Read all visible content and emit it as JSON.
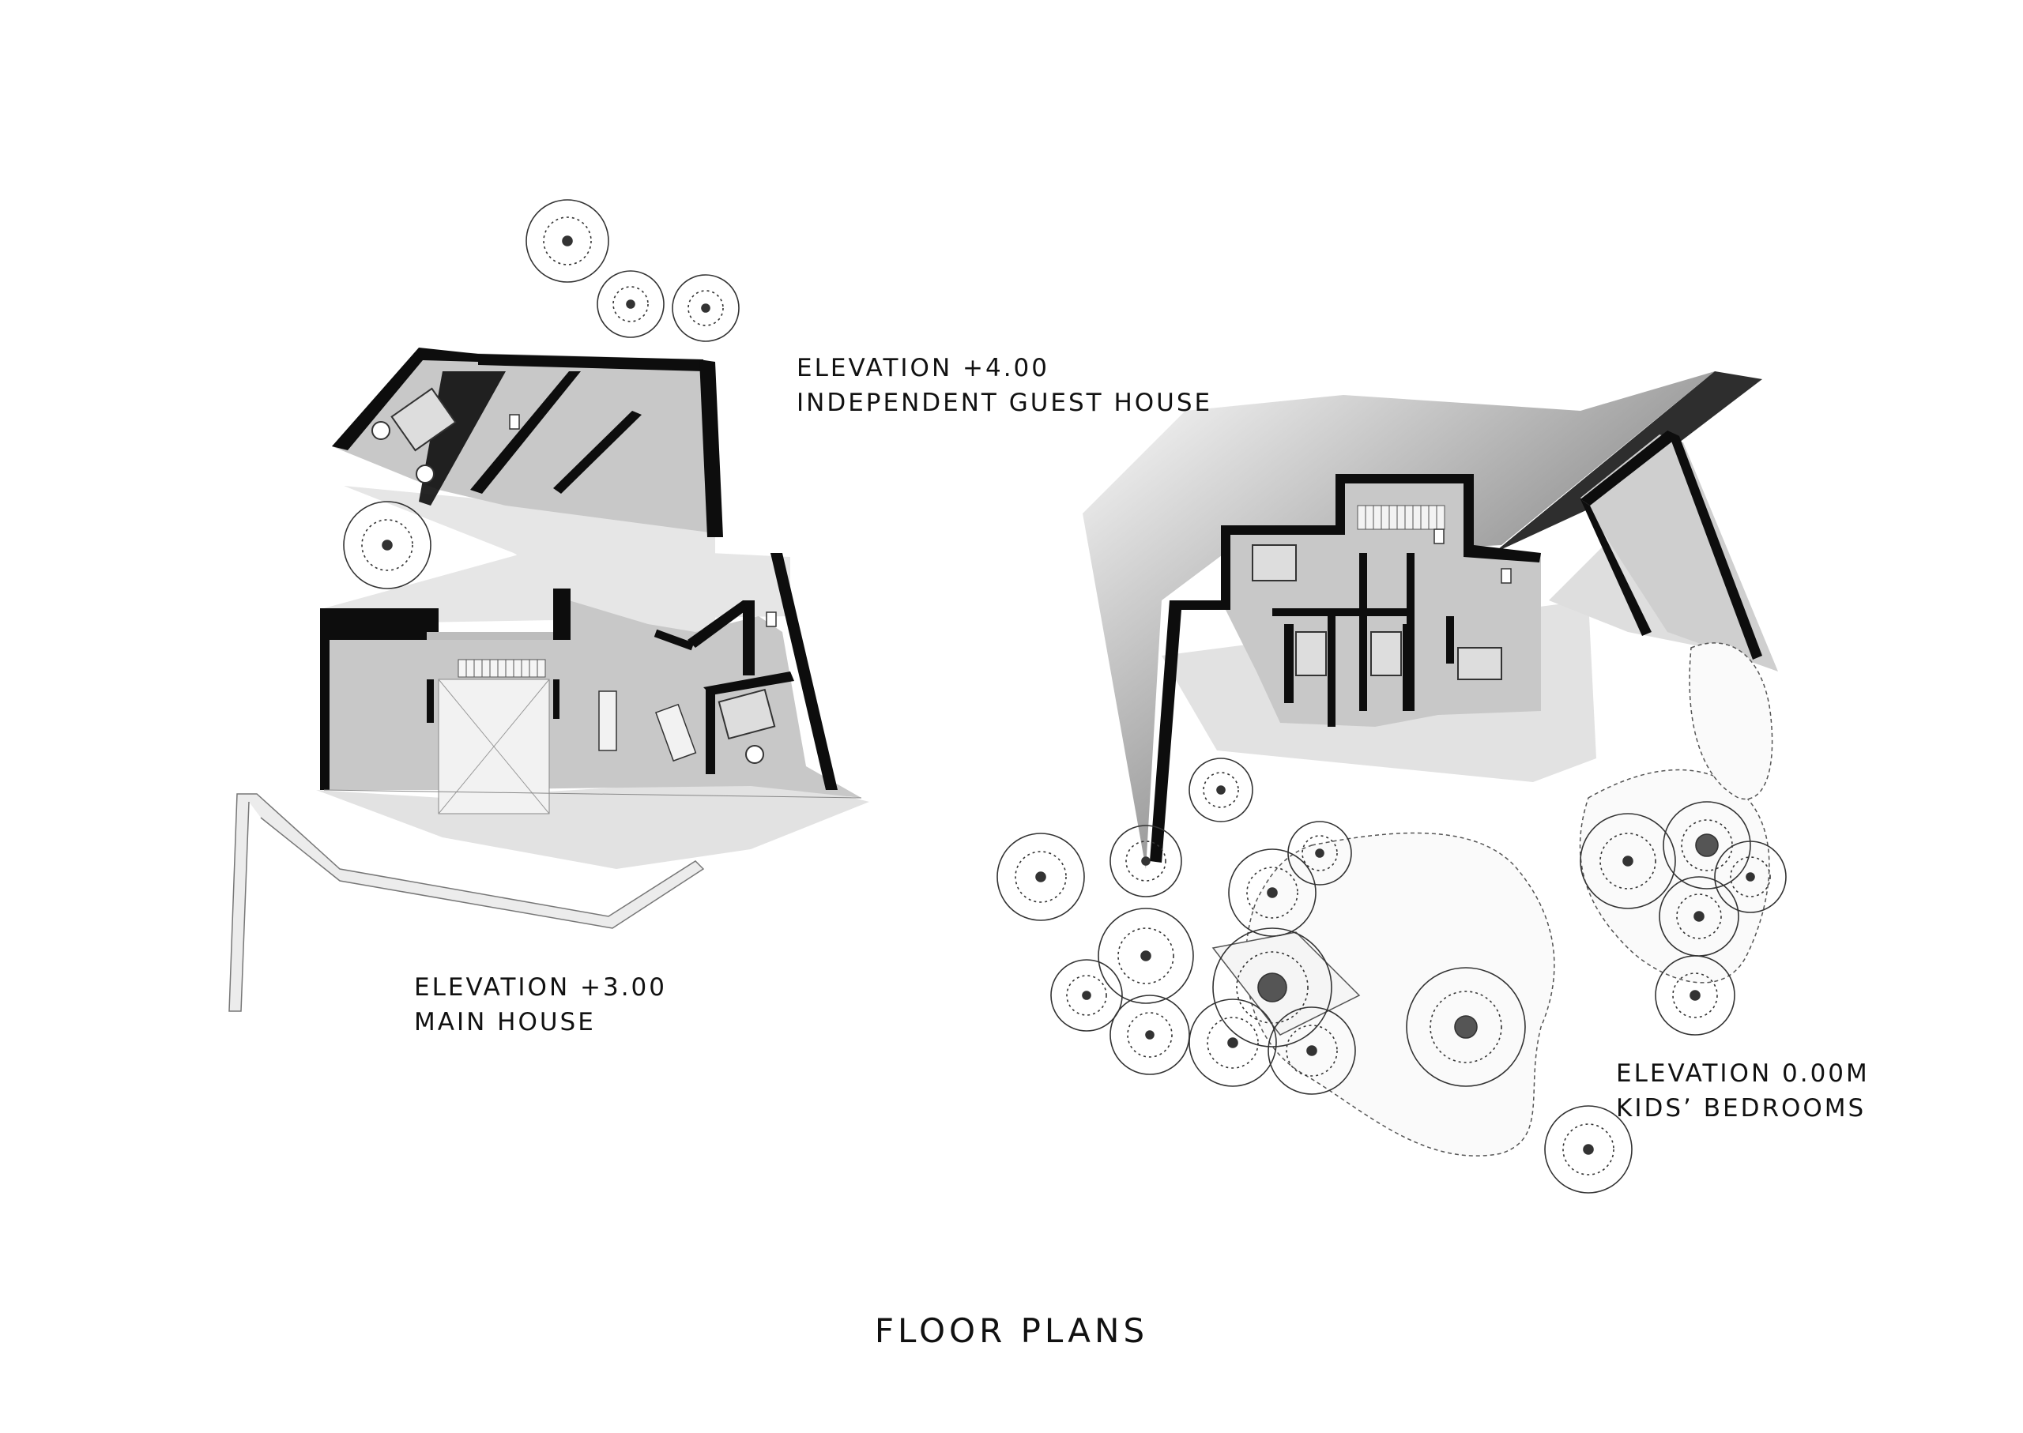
{
  "labels": {
    "guest": {
      "line1": "ELEVATION +4.00",
      "line2": "INDEPENDENT GUEST HOUSE"
    },
    "main": {
      "line1": "ELEVATION +3.00",
      "line2": "MAIN HOUSE"
    },
    "kids": {
      "line1": "ELEVATION 0.00M",
      "line2": "KIDS’ BEDROOMS"
    }
  },
  "title": "FLOOR PLANS",
  "colors": {
    "wall": "#0d0d0d",
    "room": "#c9c9c9",
    "terrace": "#e3e3e3",
    "background": "#ffffff"
  },
  "icons": [
    "tree-symbol-icon",
    "bed-icon",
    "armchair-icon",
    "toilet-icon",
    "stair-icon"
  ]
}
